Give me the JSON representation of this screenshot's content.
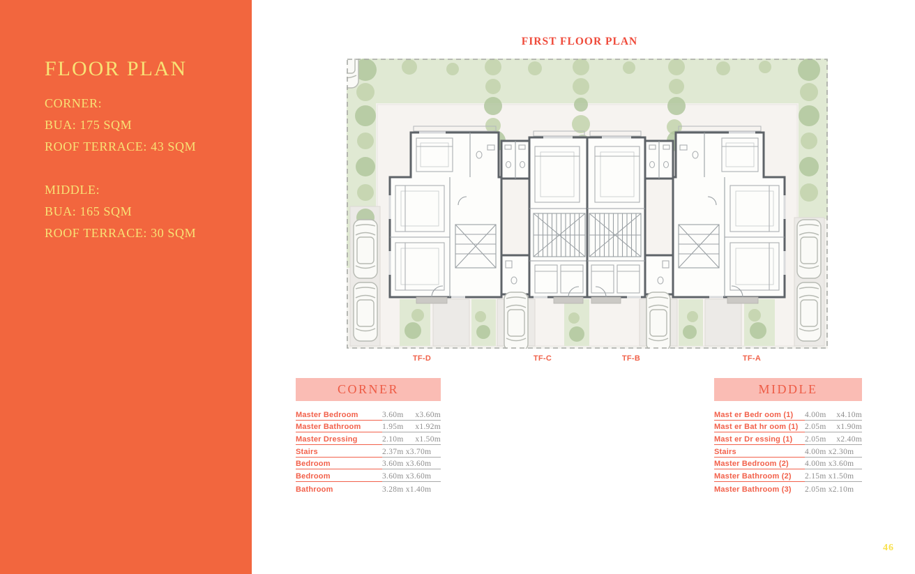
{
  "page": {
    "title": "FIRST FLOOR PLAN",
    "page_number": "46"
  },
  "sidebar": {
    "title": "FLOOR PLAN",
    "lines": {
      "0": "CORNER:",
      "1": "BUA: 175 SQM",
      "2": "ROOF TERRACE: 43 SQM",
      "3": "",
      "4": "MIDDLE:",
      "5": "BUA: 165 SQM",
      "6": "ROOF TERRACE: 30 SQM"
    }
  },
  "plan": {
    "unit_labels": {
      "0": "TF-D",
      "1": "TF-C",
      "2": "TF-B",
      "3": "TF-A"
    }
  },
  "tables": {
    "corner": {
      "header": "CORNER",
      "rows": {
        "0": {
          "label": "Master Bedroom",
          "dim1": "3.60m",
          "dim2": "x3.60m"
        },
        "1": {
          "label": "Master Bathroom",
          "dim1": "1.95m",
          "dim2": "x1.92m"
        },
        "2": {
          "label": "Master Dressing",
          "dim1": "2.10m",
          "dim2": "x1.50m"
        },
        "3": {
          "label": "Stairs",
          "dim1": "2.37m x3.70m",
          "dim2": ""
        },
        "4": {
          "label": "Bedroom",
          "dim1": "3.60m x3.60m",
          "dim2": ""
        },
        "5": {
          "label": "Bedroom",
          "dim1": "3.60m x3.60m",
          "dim2": ""
        },
        "6": {
          "label": "Bathroom",
          "dim1": "3.28m x1.40m",
          "dim2": ""
        }
      }
    },
    "middle": {
      "header": "MIDDLE",
      "rows": {
        "0": {
          "label": "Mast er Bedr oom (1)",
          "dim1": "4.00m",
          "dim2": "x4.10m"
        },
        "1": {
          "label": "Mast er Bat hr oom (1)",
          "dim1": "2.05m",
          "dim2": "x1.90m"
        },
        "2": {
          "label": "Mast er Dr essing (1)",
          "dim1": "2.05m",
          "dim2": "x2.40m"
        },
        "3": {
          "label": "Stairs",
          "dim1": "4.00m x2.30m",
          "dim2": ""
        },
        "4": {
          "label": "Master Bedroom (2)",
          "dim1": "4.00m x3.60m",
          "dim2": ""
        },
        "5": {
          "label": "Master Bathroom (2)",
          "dim1": "2.15m x1.50m",
          "dim2": ""
        },
        "6": {
          "label": "Master Bathroom (3)",
          "dim1": "2.05m x2.10m",
          "dim2": ""
        }
      }
    }
  },
  "colors": {
    "sidebar_orange": "#F2663E",
    "sidebar_yellow": "#F8E175",
    "title_red": "#EF4B3B",
    "table_header_pink": "#FABCB4",
    "table_header_text": "#EE5B45",
    "row_label_orange": "#F2604A",
    "dim_gray": "#8D8D8D",
    "page_number_yellow": "#F9E14C",
    "plan_wall_gray": "#5E6368",
    "landscape_green": "#E0E9D3"
  }
}
